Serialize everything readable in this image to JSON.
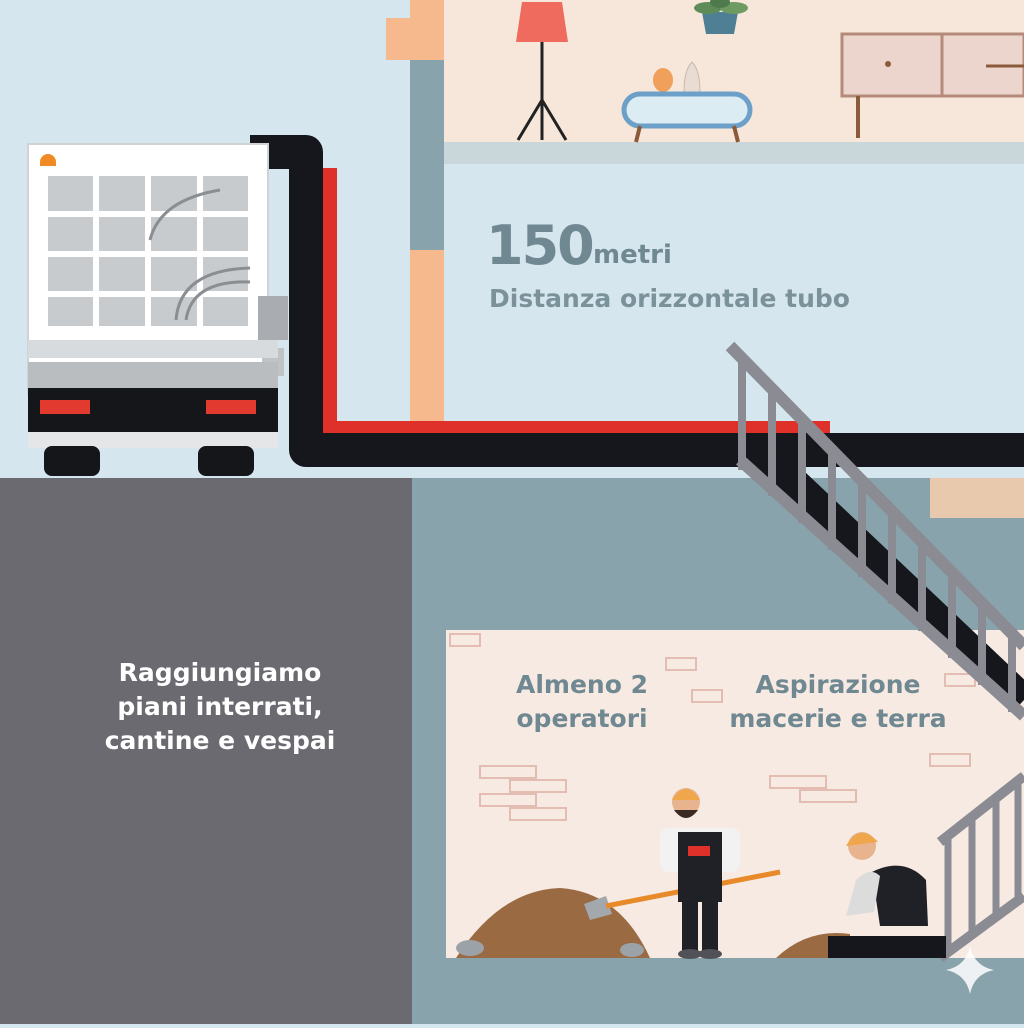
{
  "stat": {
    "number": "150",
    "unit": "metri",
    "caption": "Distanza orizzontale tubo"
  },
  "side_text": {
    "line1": "Raggiungiamo",
    "line2": "piani interrati,",
    "line3": "cantine e vespai"
  },
  "features": [
    {
      "line1": "Almeno 2",
      "line2": "operatori"
    },
    {
      "line1": "Aspirazione",
      "line2": "macerie e terra"
    }
  ],
  "colors": {
    "sky": "#d6e6ee",
    "ground_dark": "#6a6a70",
    "basement_wall": "#88a3ab",
    "room_floor": "#f6e6d8",
    "hose_black": "#16171c",
    "hose_red": "#e0302a",
    "stair_gray": "#8a8b93"
  },
  "icons": [
    "truck-icon",
    "hose-icon",
    "floor-lamp-icon",
    "plant-icon",
    "coffee-table-icon",
    "sideboard-icon",
    "staircase-icon",
    "worker-shovel-icon",
    "worker-kneeling-icon",
    "dirt-pile-icon",
    "brick-icon",
    "sparkle-icon"
  ]
}
